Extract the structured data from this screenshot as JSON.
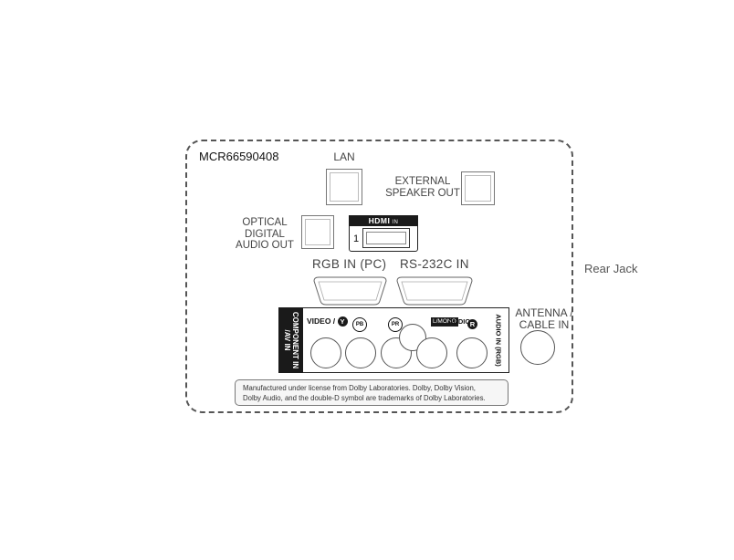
{
  "model": "MCR66590408",
  "side_label": "Rear Jack",
  "ports": {
    "lan": "LAN",
    "external_speaker_line1": "EXTERNAL",
    "external_speaker_line2": "SPEAKER OUT",
    "optical_line1": "OPTICAL",
    "optical_line2": "DIGITAL",
    "optical_line3": "AUDIO OUT",
    "hdmi_title": "HDMI",
    "hdmi_suffix": "IN",
    "hdmi_number": "1",
    "rgb_in": "RGB IN (PC)",
    "rs232c": "RS-232C IN",
    "antenna_line1": "ANTENNA /",
    "antenna_line2": "CABLE IN"
  },
  "component": {
    "side_line1": "COMPONENT IN",
    "side_line2": "/AV IN",
    "video": "VIDEO /",
    "y": "Y",
    "pb": "PB",
    "pr": "PR",
    "l_mono": "L/MONO",
    "audio": "AUDIO",
    "r": "R",
    "audio_in_rgb": "AUDIO IN (RGB)"
  },
  "notice": {
    "line1": "Manufactured under license from Dolby Laboratories. Dolby, Dolby Vision,",
    "line2": "Dolby Audio, and the double-D symbol are trademarks of Dolby Laboratories."
  }
}
